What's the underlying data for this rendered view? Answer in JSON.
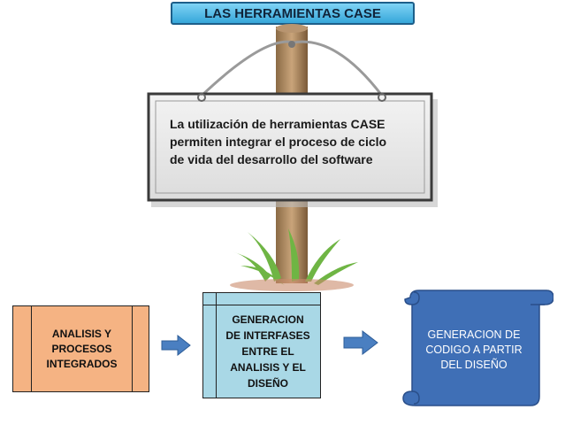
{
  "title": "LAS HERRAMIENTAS CASE",
  "sign": {
    "lines": [
      "La utilización de herramientas CASE",
      "permiten integrar el proceso de ciclo",
      "de vida del desarrollo del software"
    ]
  },
  "flow": {
    "step1": {
      "lines": [
        "ANALISIS Y",
        "PROCESOS",
        "INTEGRADOS"
      ]
    },
    "step2": {
      "lines": [
        "GENERACION",
        "DE INTERFASES",
        "ENTRE EL",
        "ANALISIS Y EL",
        "DISEÑO"
      ]
    },
    "step3": {
      "lines": [
        "GENERACION DE",
        "CODIGO A PARTIR",
        "DEL DISEÑO"
      ]
    }
  },
  "colors": {
    "banner": "#36a7da",
    "step1_fill": "#f5b383",
    "step2_fill": "#a9d8e6",
    "step3_fill": "#3f6fb6",
    "arrow": "#4a7fc1"
  }
}
